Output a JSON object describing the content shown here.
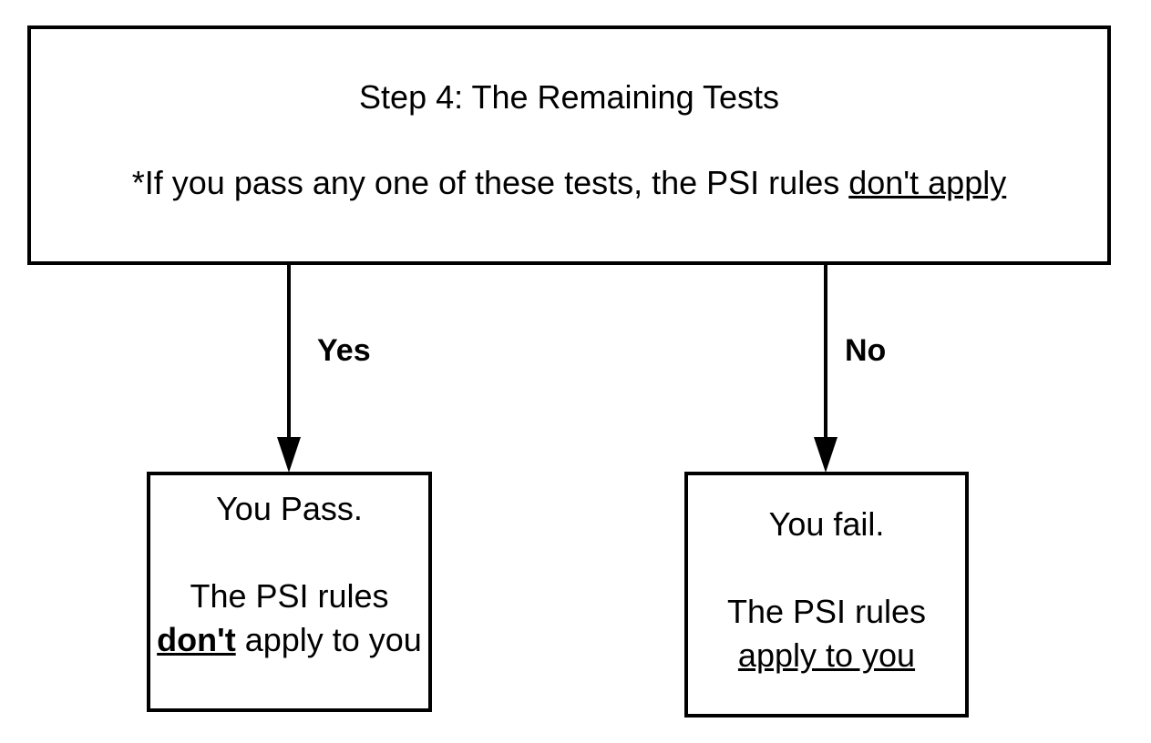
{
  "header": {
    "title": "Step 4: The Remaining Tests",
    "note_prefix": "*If you pass any one of these tests, the PSI rules ",
    "note_emphasis": "don't apply"
  },
  "branches": {
    "yes_label": "Yes",
    "no_label": "No"
  },
  "yes_outcome": {
    "heading": "You Pass.",
    "text_before": "The PSI rules",
    "emphasis": "don't",
    "text_after": " apply to you"
  },
  "no_outcome": {
    "heading": "You fail.",
    "text_before": "The PSI rules",
    "emphasis": "apply to you"
  },
  "colors": {
    "stroke": "#000000",
    "background": "#ffffff"
  }
}
